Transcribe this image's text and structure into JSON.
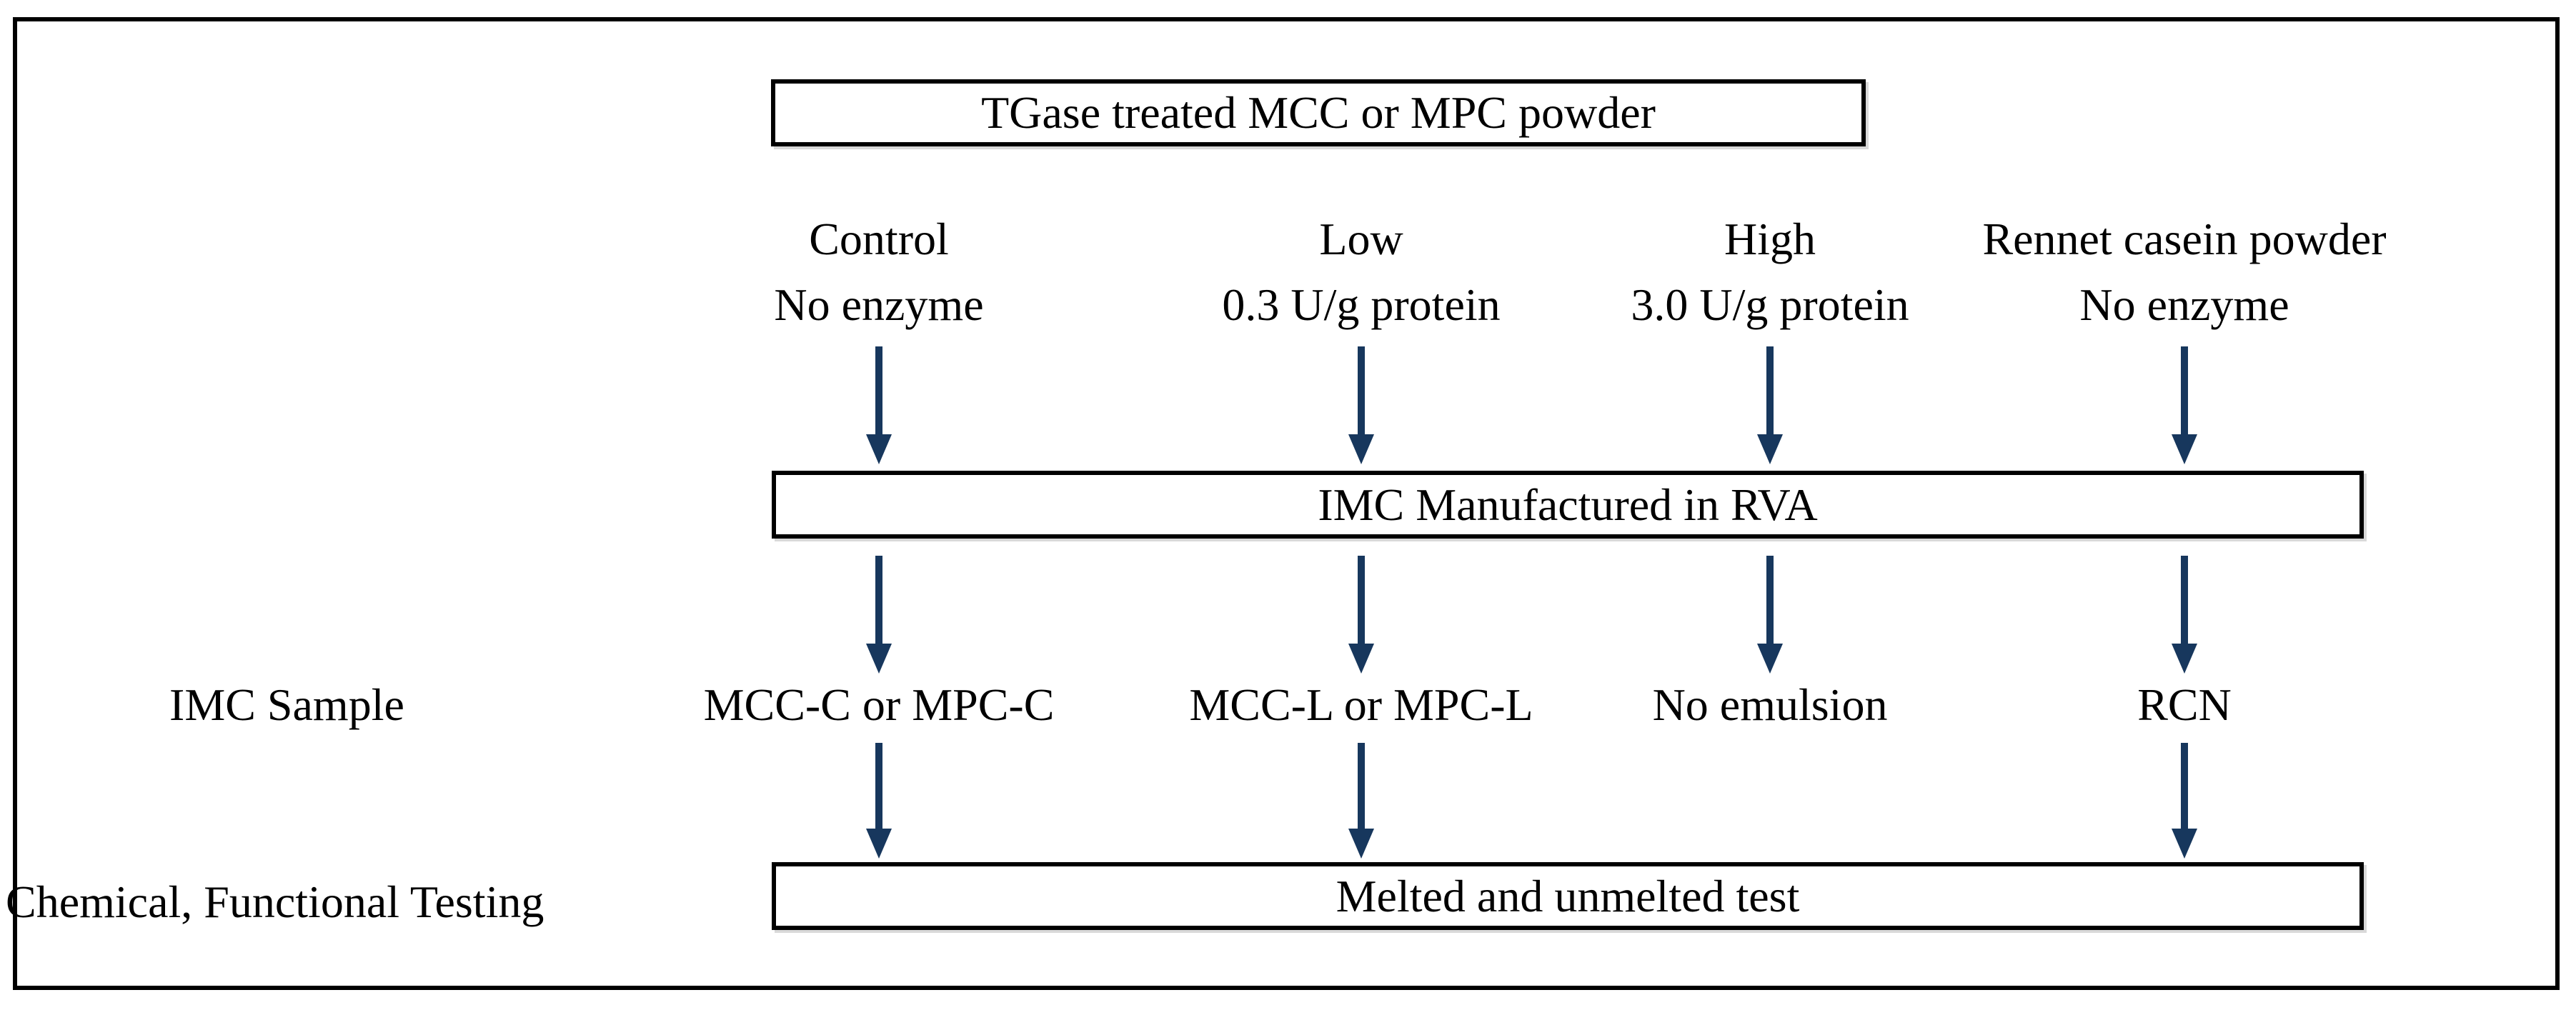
{
  "diagram": {
    "top_box": "TGase treated MCC or MPC powder",
    "middle_box": "IMC Manufactured in RVA",
    "bottom_box": "Melted and unmelted test",
    "row_labels": {
      "sample_row": "IMC Sample",
      "testing_row": "Chemical, Functional Testing"
    },
    "columns": [
      {
        "title": "Control",
        "subtitle": "No enzyme",
        "sample": "MCC-C or MPC-C",
        "feeds_testing": true
      },
      {
        "title": "Low",
        "subtitle": "0.3 U/g protein",
        "sample": "MCC-L or MPC-L",
        "feeds_testing": true
      },
      {
        "title": "High",
        "subtitle": "3.0 U/g protein",
        "sample": "No emulsion",
        "feeds_testing": false
      },
      {
        "title": "Rennet casein powder",
        "subtitle": "No enzyme",
        "sample": "RCN",
        "feeds_testing": true
      }
    ],
    "colors": {
      "arrow": "#17375D",
      "border": "#000000",
      "text": "#000000"
    }
  }
}
